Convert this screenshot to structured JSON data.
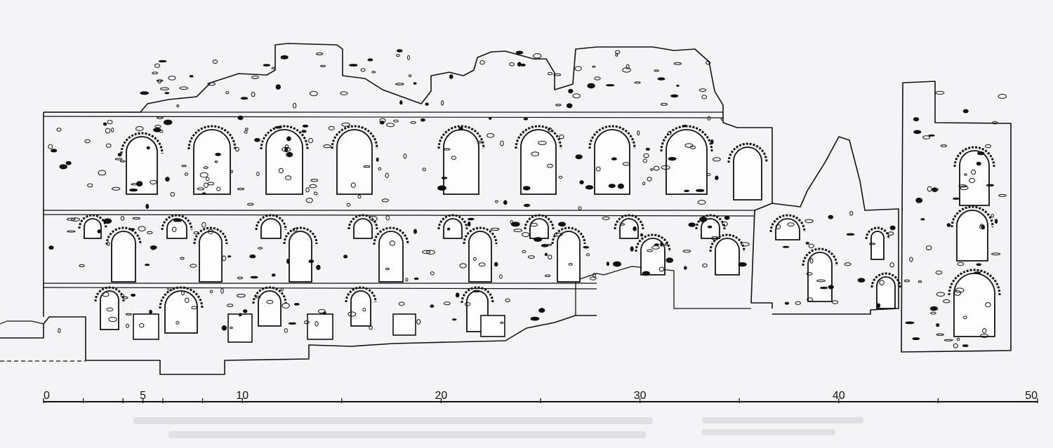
{
  "figure": {
    "kind": "measured elevation drawing of ruined multi-storey wall",
    "line_color": "#111111",
    "paper_color": "#f4f4f6"
  },
  "scale_bar": {
    "min": 0,
    "max": 50,
    "labels": [
      "0",
      "5",
      "10",
      "20",
      "30",
      "40",
      "50"
    ],
    "label_values": [
      0,
      5,
      10,
      20,
      30,
      40,
      50
    ],
    "minor_ticks": [
      0,
      2,
      4,
      5,
      6,
      8,
      10,
      15,
      20,
      25,
      30,
      35,
      40,
      45,
      50
    ]
  }
}
